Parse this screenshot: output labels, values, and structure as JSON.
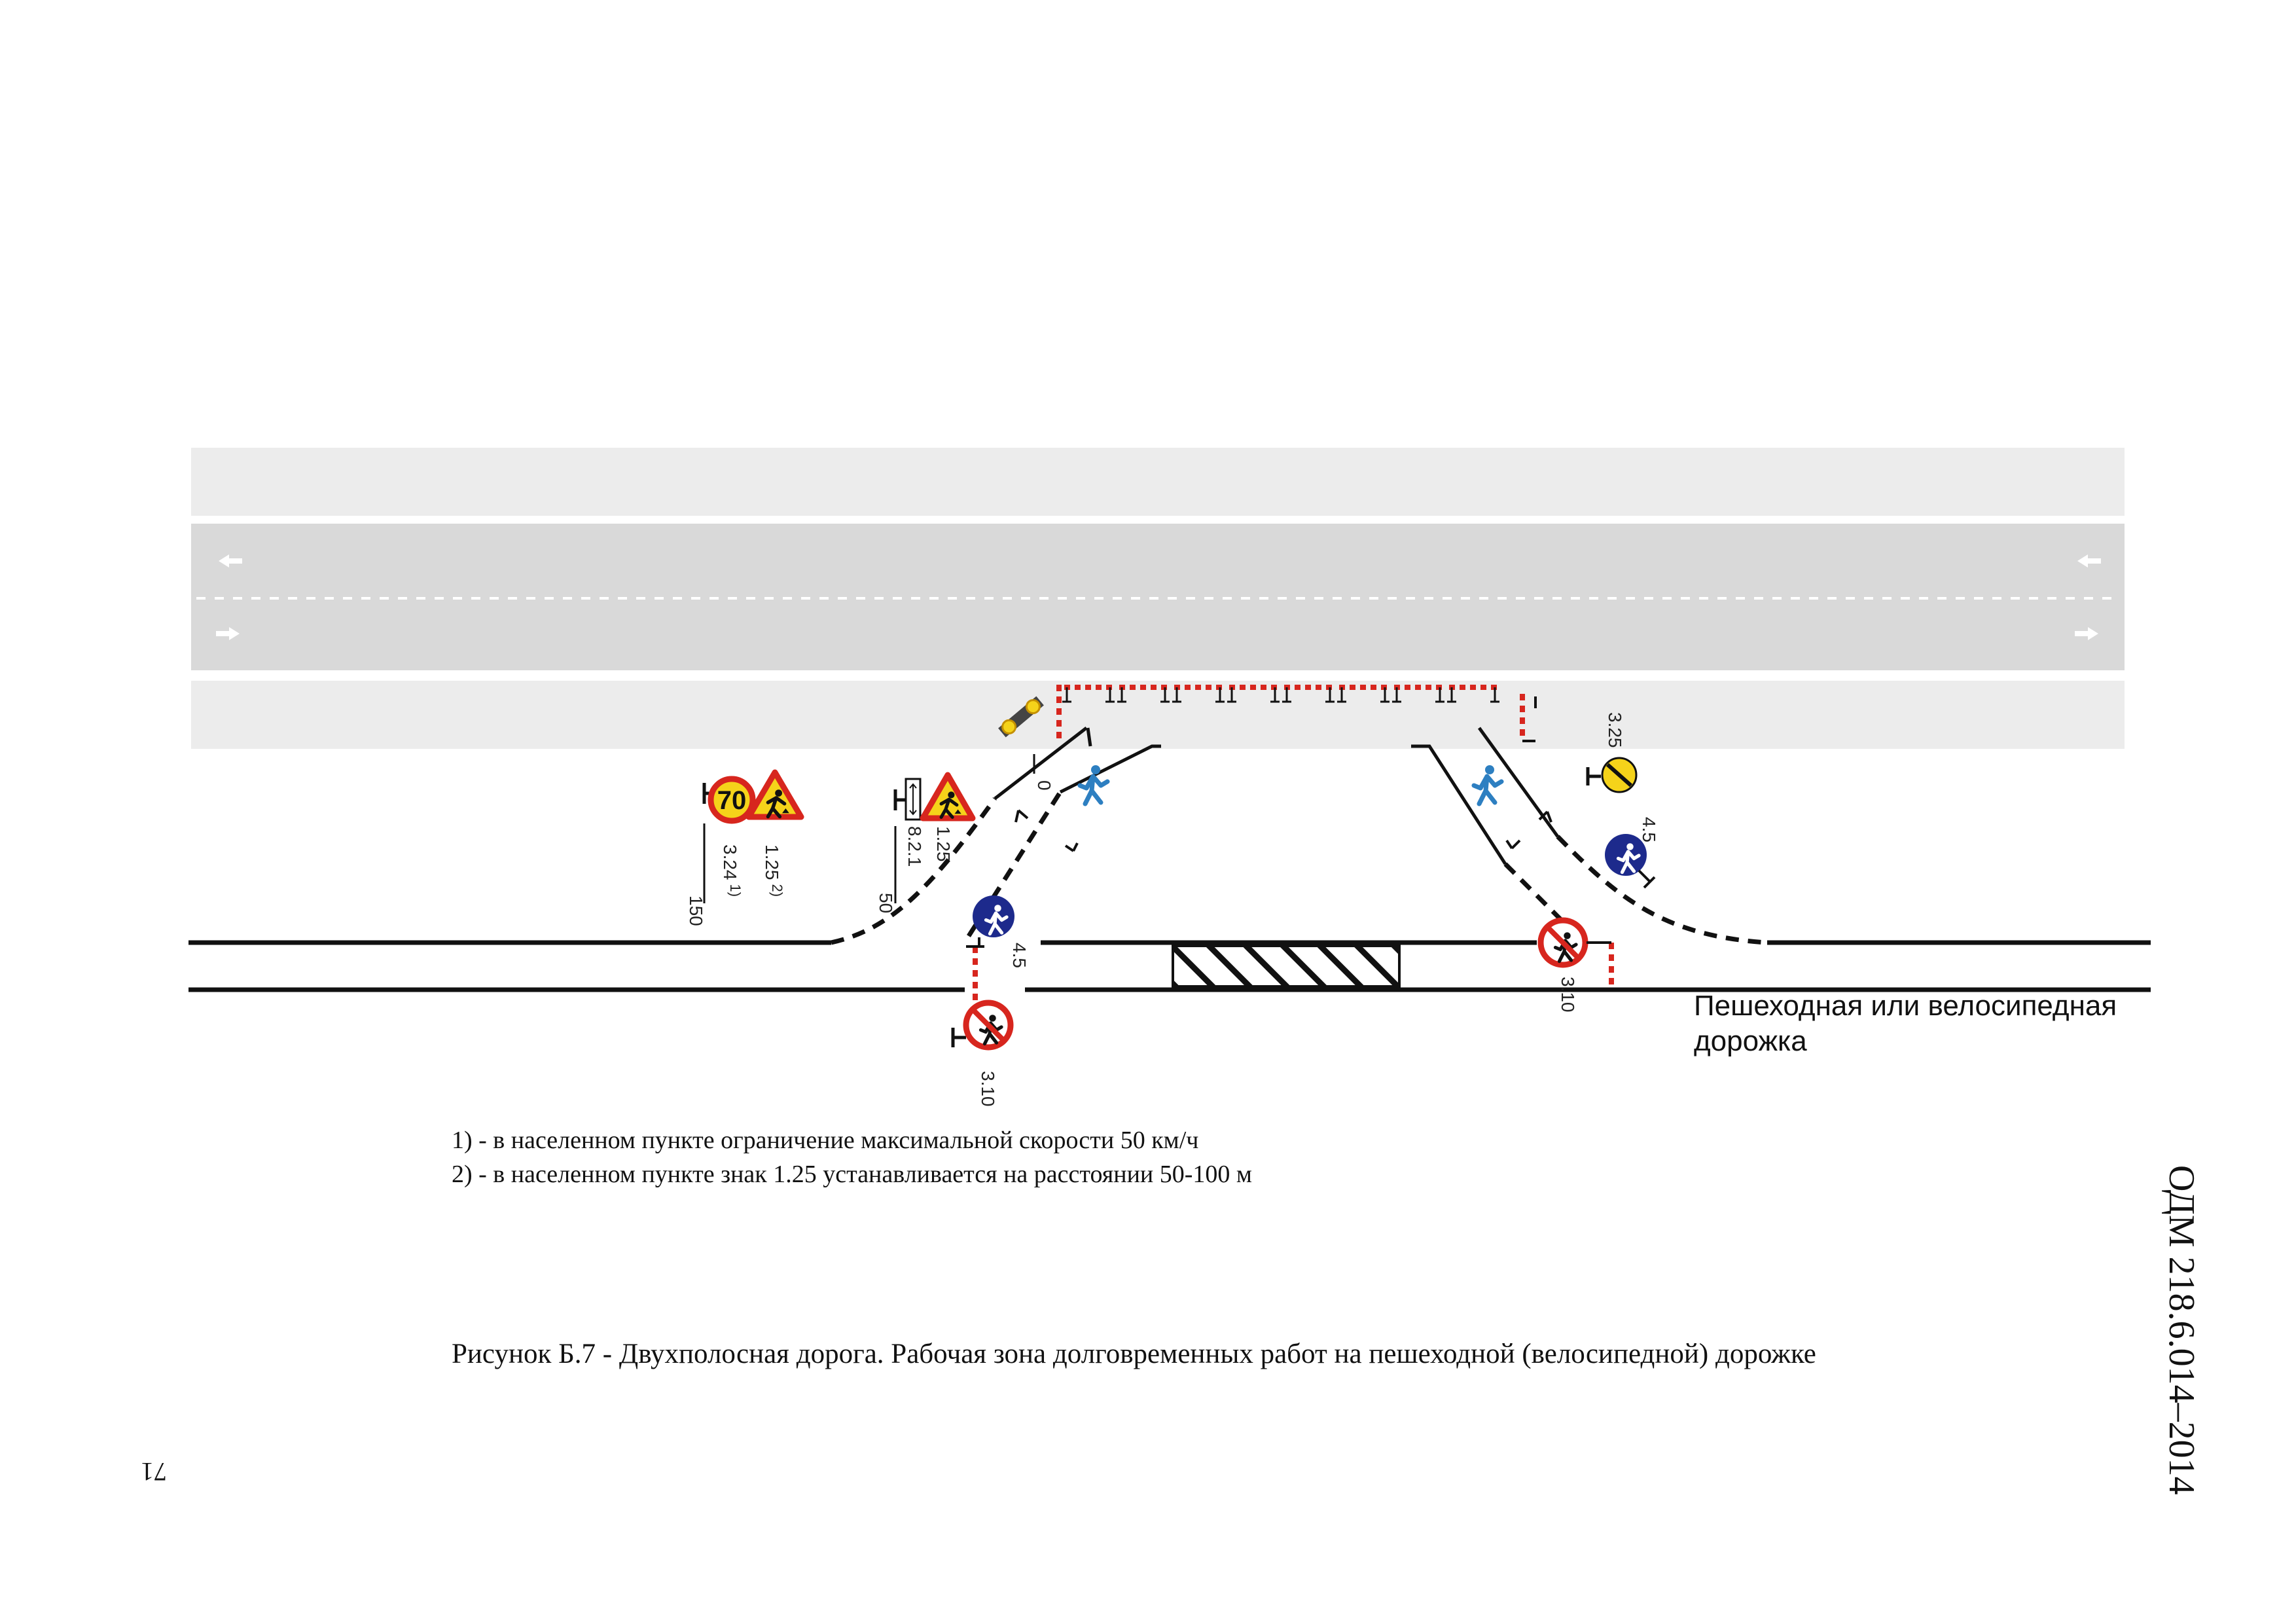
{
  "diagram": {
    "sign_codes": {
      "speed_limit": "3.24",
      "speed_limit_note": "1)",
      "speed_limit_value": "70",
      "road_works_far": "1.25",
      "road_works_far_note": "2)",
      "road_works_near": "1.25",
      "distance_plate": "8.2.1",
      "detour_sign": "3.25",
      "pedestrian_route_left": "4.5",
      "pedestrian_route_right": "4.5",
      "no_pedestrians_bottom": "3.10",
      "no_pedestrians_right": "3.10"
    },
    "distances": {
      "far": "150",
      "near": "50",
      "zero": "0"
    },
    "path_label_line1": "Пешеходная или велосипедная",
    "path_label_line2": "дорожка"
  },
  "notes": [
    "1) - в населенном пункте ограничение максимальной скорости 50 км/ч",
    "2) - в населенном пункте знак 1.25 устанавливается на расстоянии  50-100 м"
  ],
  "caption": "Рисунок Б.7 -  Двухполосная дорога. Рабочая зона долговременных работ на пешеходной (велосипедной) дорожке",
  "document_code": "ОДМ 218.6.014–2014",
  "page_number": "71",
  "colors": {
    "road": "#d9d9d9",
    "shoulder": "#ececec",
    "barrier_red": "#d7261e",
    "sign_blue": "#1d2a8c",
    "sign_yellow": "#f5d31a",
    "sign_red": "#d7261e",
    "pedestrian_icon": "#2d7fc1"
  }
}
